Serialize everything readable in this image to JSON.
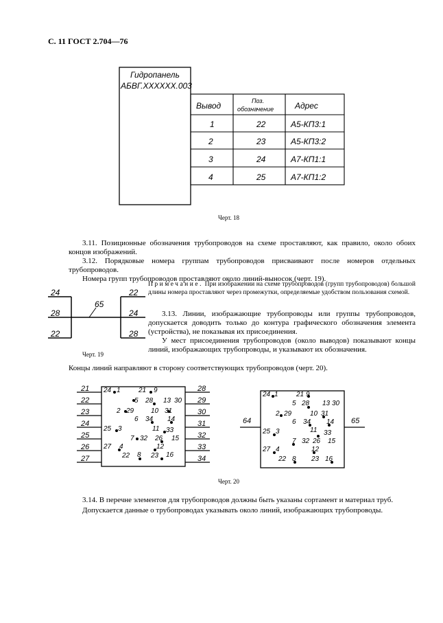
{
  "header": "С. 11 ГОСТ 2.704—76",
  "fig18": {
    "panel_title_1": "Гидропанель",
    "panel_title_2": "АБВГ.XXXXXX.003",
    "table_headers": [
      "Вывод",
      "Поз.",
      "обозначение",
      "Адрес"
    ],
    "rows": [
      [
        "1",
        "22",
        "А5-КП3:1"
      ],
      [
        "2",
        "23",
        "А5-КП3:2"
      ],
      [
        "3",
        "24",
        "А7-КП1:1"
      ],
      [
        "4",
        "25",
        "А7-КП1:2"
      ]
    ],
    "caption": "Черт. 18"
  },
  "text": {
    "p311": "3.11. Позиционные обозначения трубопроводов на схеме проставляют, как правило, около обоих концов изображений.",
    "p312": "3.12. Порядковые номера группам трубопроводов присваивают после номеров отдельных трубопроводов.",
    "p312b": "Номера групп трубопроводов проставляют около линий-выносок (черт. 19).",
    "note_head": "Примечание.",
    "note_body": "При изображении на схеме трубопроводов (групп трубопроводов) большой длины номера проставляют через промежутки, определяемые удобством пользования схемой.",
    "p313": "3.13. Линии, изображающие трубопроводы или группы трубопроводов, допускается доводить только до контура графического обозначения элемента (устройства), не показывая их присоединения.",
    "p313b": "У мест присоединения трубопроводов (около выводов) показывают концы линий, изображающих трубопроводы, и указывают их обозначения.",
    "p313c": "Концы линий направляют в сторону соответствующих трубопроводов (черт. 20).",
    "p314": "3.14. В перечне элементов для трубопроводов должны быть указаны сортамент и материал труб.",
    "p314b": "Допускается данные о трубопроводах указывать около линий, изображающих трубопроводы."
  },
  "fig19": {
    "left": [
      "24",
      "28",
      "22"
    ],
    "right": [
      "22",
      "24",
      "28"
    ],
    "group": "65",
    "caption": "Черт. 19"
  },
  "fig20": {
    "left_labels": [
      "21",
      "22",
      "23",
      "24",
      "25",
      "26",
      "27"
    ],
    "right_labels": [
      "28",
      "29",
      "30",
      "31",
      "32",
      "33",
      "34"
    ],
    "inside": [
      "24",
      "1",
      "21",
      "9",
      "5",
      "28",
      "13",
      "30",
      "2",
      "29",
      "10",
      "31",
      "6",
      "34",
      "14",
      "25",
      "3",
      "11",
      "33",
      "7",
      "32",
      "26",
      "15",
      "27",
      "4",
      "12",
      "22",
      "8",
      "23",
      "16"
    ],
    "group_left": "64",
    "group_right": "65",
    "caption": "Черт. 20"
  }
}
